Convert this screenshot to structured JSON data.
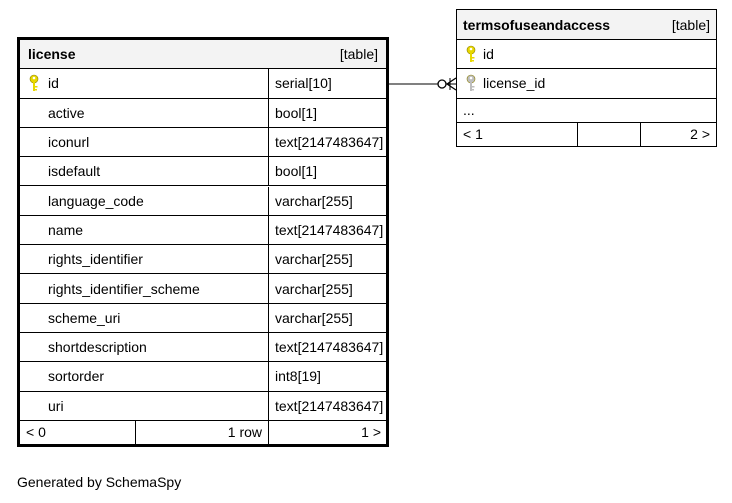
{
  "license_table": {
    "name": "license",
    "kind": "[table]",
    "columns": [
      {
        "name": "id",
        "type": "serial[10]",
        "key": "primary"
      },
      {
        "name": "active",
        "type": "bool[1]"
      },
      {
        "name": "iconurl",
        "type": "text[2147483647]"
      },
      {
        "name": "isdefault",
        "type": "bool[1]"
      },
      {
        "name": "language_code",
        "type": "varchar[255]"
      },
      {
        "name": "name",
        "type": "text[2147483647]"
      },
      {
        "name": "rights_identifier",
        "type": "varchar[255]"
      },
      {
        "name": "rights_identifier_scheme",
        "type": "varchar[255]"
      },
      {
        "name": "scheme_uri",
        "type": "varchar[255]"
      },
      {
        "name": "shortdescription",
        "type": "text[2147483647]"
      },
      {
        "name": "sortorder",
        "type": "int8[19]"
      },
      {
        "name": "uri",
        "type": "text[2147483647]"
      }
    ],
    "footer": {
      "parents": "< 0",
      "rows": "1 row",
      "children": "1 >"
    }
  },
  "terms_table": {
    "name": "termsofuseandaccess",
    "kind": "[table]",
    "columns": [
      {
        "name": "id",
        "key": "primary"
      },
      {
        "name": "license_id",
        "key": "foreign"
      }
    ],
    "ellipsis": "...",
    "footer": {
      "parents": "< 1",
      "rows": "",
      "children": "2 >"
    }
  },
  "colors": {
    "primary_key": "#e8d800",
    "foreign_key": "#bdbdbd",
    "header_bg": "#f3f3f3"
  },
  "generated_by": "Generated by SchemaSpy"
}
